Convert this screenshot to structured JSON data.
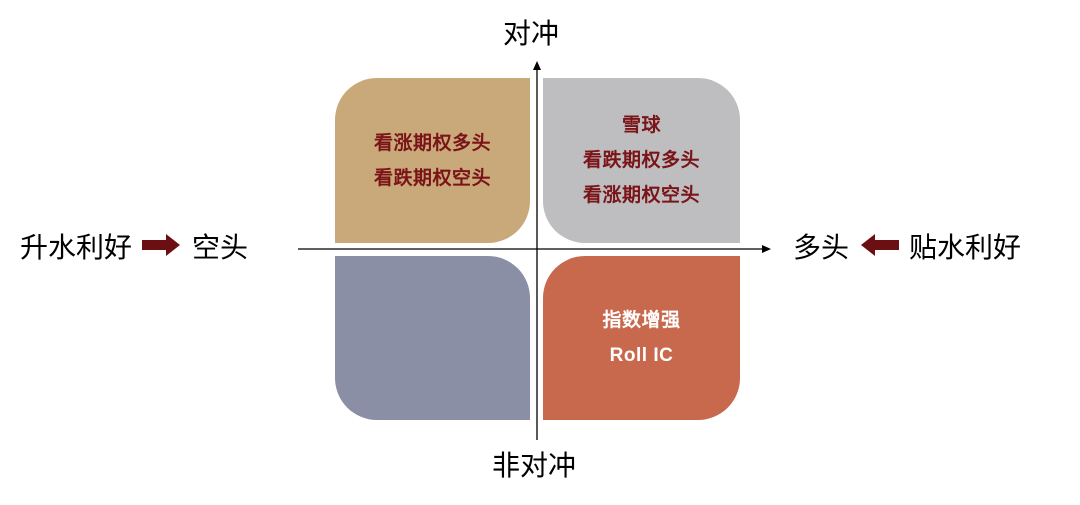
{
  "axes": {
    "top_label": "对冲",
    "bottom_label": "非对冲",
    "left_label": "空头",
    "right_label": "多头"
  },
  "drivers": {
    "left": {
      "text": "升水利好",
      "arrow": "right-arrow",
      "arrow_color": "#6B0F12"
    },
    "right": {
      "text": "贴水利好",
      "arrow": "left-arrow",
      "arrow_color": "#6B0F12"
    }
  },
  "quadrants": {
    "top_left": {
      "color": "#C9A97A",
      "text_color": "#7A1418",
      "lines": [
        "看涨期权多头",
        "看跌期权空头"
      ]
    },
    "top_right": {
      "color": "#BEBEC0",
      "text_color": "#7A1418",
      "lines": [
        "雪球",
        "看跌期权多头",
        "看涨期权空头"
      ]
    },
    "bottom_left": {
      "color": "#8A8FA6",
      "text_color": "#FFFFFF",
      "lines": []
    },
    "bottom_right": {
      "color": "#C8694D",
      "text_color": "#FFFFFF",
      "lines": [
        "指数增强",
        "Roll IC"
      ]
    }
  }
}
